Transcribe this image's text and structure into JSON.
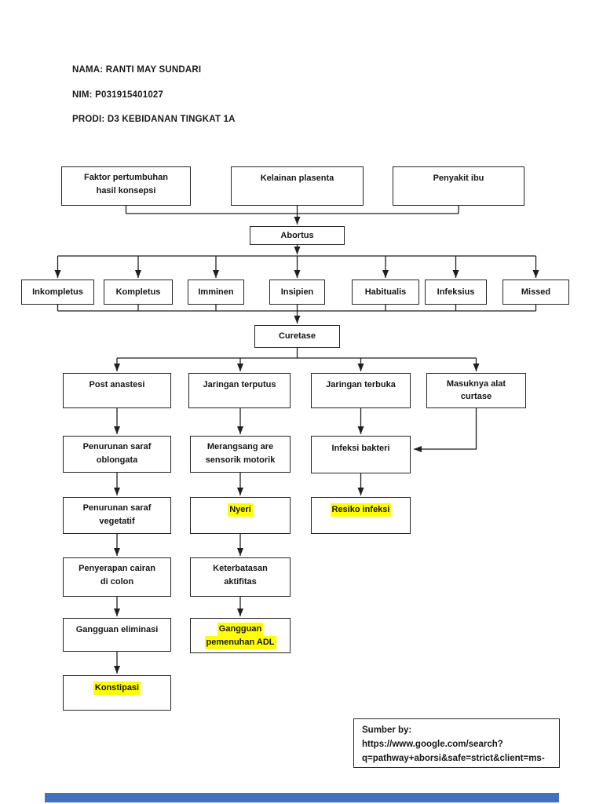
{
  "header": {
    "nama": "NAMA: RANTI MAY SUNDARI",
    "nim": "NIM: P031915401027",
    "prodi": "PRODI: D3 KEBIDANAN TINGKAT 1A"
  },
  "flowchart": {
    "causes": {
      "faktor_line1": "Faktor pertumbuhan",
      "faktor_line2": "hasil konsepsi",
      "kelainan": "Kelainan plasenta",
      "penyakit": "Penyakit ibu"
    },
    "abortus": "Abortus",
    "types": [
      "Inkompletus",
      "Kompletus",
      "Imminen",
      "Insipien",
      "Habitualis",
      "Infeksius",
      "Missed"
    ],
    "curetase": "Curetase",
    "branches": {
      "post_anastesi": "Post anastesi",
      "jaringan_terputus": "Jaringan terputus",
      "jaringan_terbuka": "Jaringan terbuka",
      "masuknya_line1": "Masuknya alat",
      "masuknya_line2": "curtase"
    },
    "chain_left": {
      "oblongata_line1": "Penurunan saraf",
      "oblongata_line2": "oblongata",
      "vegetatif_line1": "Penurunan saraf",
      "vegetatif_line2": "vegetatif",
      "penyerapan_line1": "Penyerapan cairan",
      "penyerapan_line2": "di colon",
      "eliminasi": "Gangguan eliminasi",
      "konstipasi": "Konstipasi"
    },
    "chain_middle": {
      "merangsang_line1": "Merangsang are",
      "merangsang_line2": "sensorik motorik",
      "nyeri": "Nyeri",
      "keterbatasan_line1": "Keterbatasan",
      "keterbatasan_line2": "aktifitas",
      "adl_line1": "Gangguan",
      "adl_line2": "pemenuhan ADL"
    },
    "chain_right": {
      "infeksi_bakteri": "Infeksi bakteri",
      "resiko_infeksi": "Resiko infeksi"
    }
  },
  "source_box": {
    "line1": "Sumber by:",
    "line2": "https://www.google.com/search?",
    "line3": "q=pathway+aborsi&safe=strict&client=ms-"
  },
  "colors": {
    "highlight": "#ffff00",
    "scrollbar": "#4372b8",
    "line": "#1f1f1f"
  }
}
